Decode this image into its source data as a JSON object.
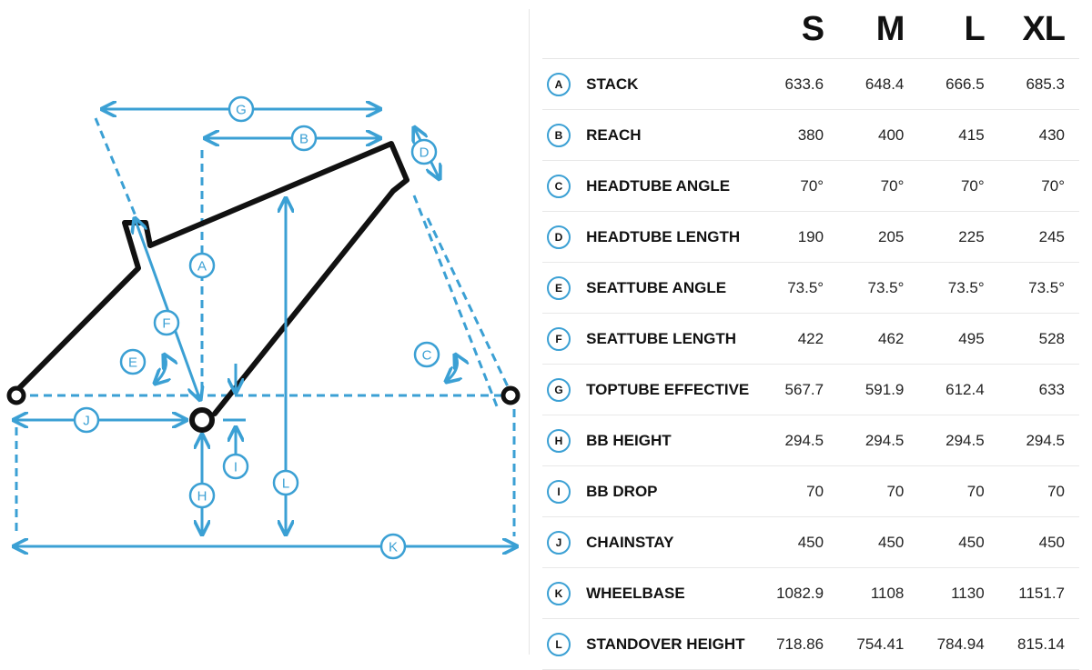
{
  "colors": {
    "accent": "#3ba0d4",
    "frame": "#111111"
  },
  "diagram": {
    "labels": {
      "A": "A",
      "B": "B",
      "C": "C",
      "D": "D",
      "E": "E",
      "F": "F",
      "G": "G",
      "H": "H",
      "I": "I",
      "J": "J",
      "K": "K",
      "L": "L"
    }
  },
  "table": {
    "sizes": [
      "S",
      "M",
      "L",
      "XL"
    ],
    "rows": [
      {
        "letter": "A",
        "name": "STACK",
        "values": [
          "633.6",
          "648.4",
          "666.5",
          "685.3"
        ]
      },
      {
        "letter": "B",
        "name": "REACH",
        "values": [
          "380",
          "400",
          "415",
          "430"
        ]
      },
      {
        "letter": "C",
        "name": "HEADTUBE ANGLE",
        "values": [
          "70°",
          "70°",
          "70°",
          "70°"
        ]
      },
      {
        "letter": "D",
        "name": "HEADTUBE LENGTH",
        "values": [
          "190",
          "205",
          "225",
          "245"
        ]
      },
      {
        "letter": "E",
        "name": "SEATTUBE ANGLE",
        "values": [
          "73.5°",
          "73.5°",
          "73.5°",
          "73.5°"
        ]
      },
      {
        "letter": "F",
        "name": "SEATTUBE LENGTH",
        "values": [
          "422",
          "462",
          "495",
          "528"
        ]
      },
      {
        "letter": "G",
        "name": "TOPTUBE EFFECTIVE",
        "values": [
          "567.7",
          "591.9",
          "612.4",
          "633"
        ]
      },
      {
        "letter": "H",
        "name": "BB HEIGHT",
        "values": [
          "294.5",
          "294.5",
          "294.5",
          "294.5"
        ]
      },
      {
        "letter": "I",
        "name": "BB DROP",
        "values": [
          "70",
          "70",
          "70",
          "70"
        ]
      },
      {
        "letter": "J",
        "name": "CHAINSTAY",
        "values": [
          "450",
          "450",
          "450",
          "450"
        ]
      },
      {
        "letter": "K",
        "name": "WHEELBASE",
        "values": [
          "1082.9",
          "1108",
          "1130",
          "1151.7"
        ]
      },
      {
        "letter": "L",
        "name": "STANDOVER HEIGHT",
        "values": [
          "718.86",
          "754.41",
          "784.94",
          "815.14"
        ]
      }
    ]
  }
}
